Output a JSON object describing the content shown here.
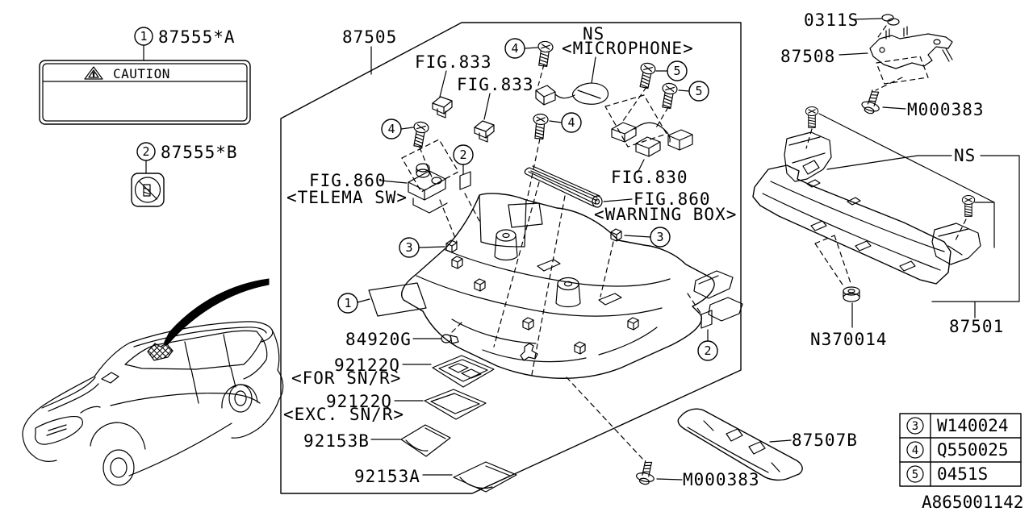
{
  "page": {
    "background": "#ffffff",
    "line_color": "#000000"
  },
  "callouts": {
    "c1": "1",
    "c2": "2",
    "c3": "3",
    "c4": "4",
    "c5": "5"
  },
  "labels": {
    "part_87555A": "87555*A",
    "caution_title": "CAUTION",
    "part_87555B": "87555*B",
    "part_87505": "87505",
    "fig_833": "FIG.833",
    "ns": "NS",
    "microphone": "<MICROPHONE>",
    "fig_860": "FIG.860",
    "telema_sw": "<TELEMA SW>",
    "fig_830": "FIG.830",
    "warning_box": "<WARNING BOX>",
    "part_84920G": "84920G",
    "part_92122Q": "92122Q",
    "for_snr": "<FOR SN/R>",
    "exc_snr": "<EXC. SN/R>",
    "part_92153B": "92153B",
    "part_92153A": "92153A",
    "part_87507B": "87507B",
    "part_M000383": "M000383",
    "part_0311S": "0311S",
    "part_87508": "87508",
    "part_N370014": "N370014",
    "part_87501": "87501"
  },
  "legend": {
    "rows": [
      {
        "num": "3",
        "code": "W140024"
      },
      {
        "num": "4",
        "code": "Q550025"
      },
      {
        "num": "5",
        "code": "0451S"
      }
    ]
  },
  "footer": {
    "drawing_number": "A865001142"
  }
}
